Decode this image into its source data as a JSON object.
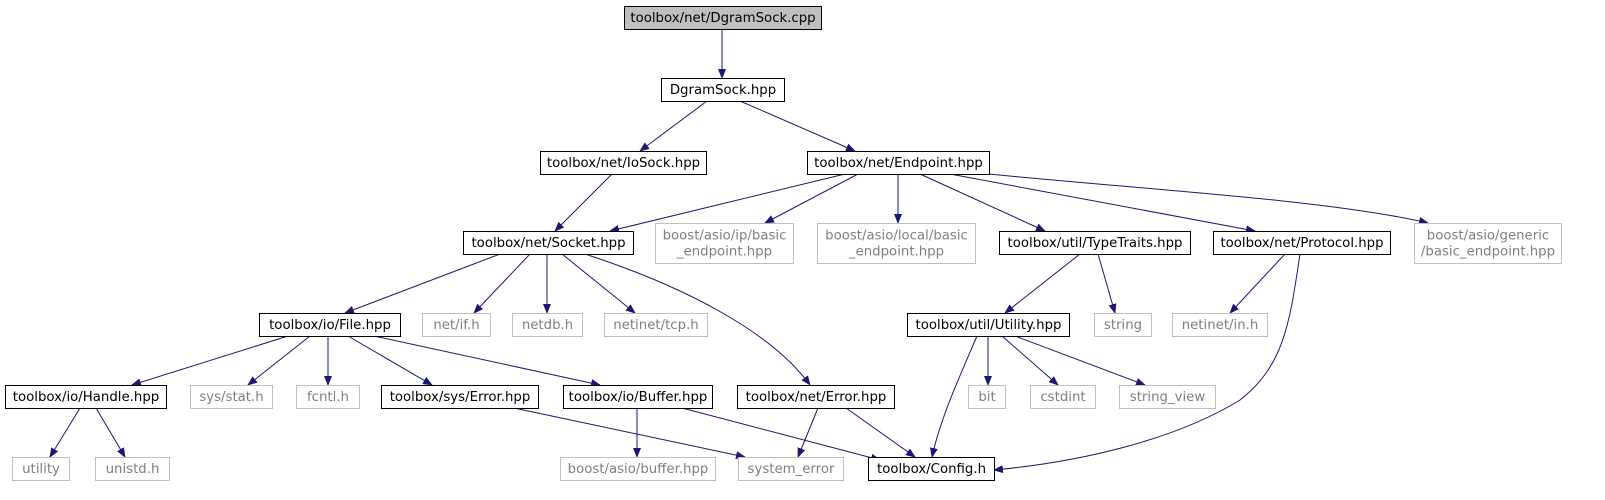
{
  "diagram": {
    "colors": {
      "edge": "#191970",
      "root_fill": "#bfbfbf",
      "node_border": "#000000",
      "external_border": "#bfbfbf",
      "external_text": "#7f7f7f",
      "text": "#000000"
    },
    "nodes": [
      {
        "id": "dgramsock_cpp",
        "lines": [
          "toolbox/net/DgramSock.cpp"
        ],
        "kind": "root"
      },
      {
        "id": "dgramsock_hpp",
        "lines": [
          "DgramSock.hpp"
        ],
        "kind": "internal"
      },
      {
        "id": "iosock_hpp",
        "lines": [
          "toolbox/net/IoSock.hpp"
        ],
        "kind": "internal"
      },
      {
        "id": "endpoint_hpp",
        "lines": [
          "toolbox/net/Endpoint.hpp"
        ],
        "kind": "internal"
      },
      {
        "id": "socket_hpp",
        "lines": [
          "toolbox/net/Socket.hpp"
        ],
        "kind": "internal"
      },
      {
        "id": "ip_basic_endpoint",
        "lines": [
          "boost/asio/ip/basic",
          "_endpoint.hpp"
        ],
        "kind": "external"
      },
      {
        "id": "local_basic_endpoint",
        "lines": [
          "boost/asio/local/basic",
          "_endpoint.hpp"
        ],
        "kind": "external"
      },
      {
        "id": "typetraits_hpp",
        "lines": [
          "toolbox/util/TypeTraits.hpp"
        ],
        "kind": "internal"
      },
      {
        "id": "protocol_hpp",
        "lines": [
          "toolbox/net/Protocol.hpp"
        ],
        "kind": "internal"
      },
      {
        "id": "generic_basic_endpoint",
        "lines": [
          "boost/asio/generic",
          "/basic_endpoint.hpp"
        ],
        "kind": "external"
      },
      {
        "id": "file_hpp",
        "lines": [
          "toolbox/io/File.hpp"
        ],
        "kind": "internal"
      },
      {
        "id": "net_if_h",
        "lines": [
          "net/if.h"
        ],
        "kind": "external"
      },
      {
        "id": "netdb_h",
        "lines": [
          "netdb.h"
        ],
        "kind": "external"
      },
      {
        "id": "netinet_tcp_h",
        "lines": [
          "netinet/tcp.h"
        ],
        "kind": "external"
      },
      {
        "id": "utility_hpp",
        "lines": [
          "toolbox/util/Utility.hpp"
        ],
        "kind": "internal"
      },
      {
        "id": "string",
        "lines": [
          "string"
        ],
        "kind": "external"
      },
      {
        "id": "netinet_in_h",
        "lines": [
          "netinet/in.h"
        ],
        "kind": "external"
      },
      {
        "id": "handle_hpp",
        "lines": [
          "toolbox/io/Handle.hpp"
        ],
        "kind": "internal"
      },
      {
        "id": "sys_stat_h",
        "lines": [
          "sys/stat.h"
        ],
        "kind": "external"
      },
      {
        "id": "fcntl_h",
        "lines": [
          "fcntl.h"
        ],
        "kind": "external"
      },
      {
        "id": "sys_error_hpp",
        "lines": [
          "toolbox/sys/Error.hpp"
        ],
        "kind": "internal"
      },
      {
        "id": "buffer_hpp",
        "lines": [
          "toolbox/io/Buffer.hpp"
        ],
        "kind": "internal"
      },
      {
        "id": "net_error_hpp",
        "lines": [
          "toolbox/net/Error.hpp"
        ],
        "kind": "internal"
      },
      {
        "id": "bit",
        "lines": [
          "bit"
        ],
        "kind": "external"
      },
      {
        "id": "cstdint",
        "lines": [
          "cstdint"
        ],
        "kind": "external"
      },
      {
        "id": "string_view",
        "lines": [
          "string_view"
        ],
        "kind": "external"
      },
      {
        "id": "utility",
        "lines": [
          "utility"
        ],
        "kind": "external"
      },
      {
        "id": "unistd_h",
        "lines": [
          "unistd.h"
        ],
        "kind": "external"
      },
      {
        "id": "asio_buffer_hpp",
        "lines": [
          "boost/asio/buffer.hpp"
        ],
        "kind": "external"
      },
      {
        "id": "system_error",
        "lines": [
          "system_error"
        ],
        "kind": "external"
      },
      {
        "id": "config_h",
        "lines": [
          "toolbox/Config.h"
        ],
        "kind": "internal"
      }
    ],
    "edges": [
      {
        "from": "dgramsock_cpp",
        "to": "dgramsock_hpp"
      },
      {
        "from": "dgramsock_hpp",
        "to": "iosock_hpp"
      },
      {
        "from": "dgramsock_hpp",
        "to": "endpoint_hpp"
      },
      {
        "from": "iosock_hpp",
        "to": "socket_hpp"
      },
      {
        "from": "endpoint_hpp",
        "to": "socket_hpp"
      },
      {
        "from": "endpoint_hpp",
        "to": "ip_basic_endpoint"
      },
      {
        "from": "endpoint_hpp",
        "to": "local_basic_endpoint"
      },
      {
        "from": "endpoint_hpp",
        "to": "typetraits_hpp"
      },
      {
        "from": "endpoint_hpp",
        "to": "protocol_hpp"
      },
      {
        "from": "endpoint_hpp",
        "to": "generic_basic_endpoint"
      },
      {
        "from": "socket_hpp",
        "to": "file_hpp"
      },
      {
        "from": "socket_hpp",
        "to": "net_if_h"
      },
      {
        "from": "socket_hpp",
        "to": "netdb_h"
      },
      {
        "from": "socket_hpp",
        "to": "netinet_tcp_h"
      },
      {
        "from": "socket_hpp",
        "to": "net_error_hpp"
      },
      {
        "from": "typetraits_hpp",
        "to": "utility_hpp"
      },
      {
        "from": "typetraits_hpp",
        "to": "string"
      },
      {
        "from": "protocol_hpp",
        "to": "netinet_in_h"
      },
      {
        "from": "protocol_hpp",
        "to": "config_h"
      },
      {
        "from": "file_hpp",
        "to": "handle_hpp"
      },
      {
        "from": "file_hpp",
        "to": "sys_stat_h"
      },
      {
        "from": "file_hpp",
        "to": "fcntl_h"
      },
      {
        "from": "file_hpp",
        "to": "sys_error_hpp"
      },
      {
        "from": "file_hpp",
        "to": "buffer_hpp"
      },
      {
        "from": "utility_hpp",
        "to": "bit"
      },
      {
        "from": "utility_hpp",
        "to": "cstdint"
      },
      {
        "from": "utility_hpp",
        "to": "string_view"
      },
      {
        "from": "utility_hpp",
        "to": "config_h"
      },
      {
        "from": "handle_hpp",
        "to": "utility"
      },
      {
        "from": "handle_hpp",
        "to": "unistd_h"
      },
      {
        "from": "sys_error_hpp",
        "to": "system_error"
      },
      {
        "from": "buffer_hpp",
        "to": "asio_buffer_hpp"
      },
      {
        "from": "buffer_hpp",
        "to": "config_h"
      },
      {
        "from": "net_error_hpp",
        "to": "system_error"
      },
      {
        "from": "net_error_hpp",
        "to": "config_h"
      }
    ]
  }
}
